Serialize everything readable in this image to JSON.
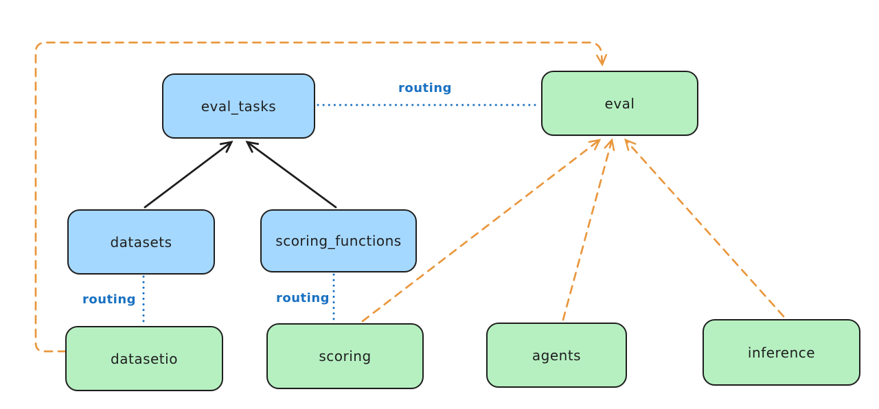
{
  "diagram": {
    "background": "#ffffff",
    "colors": {
      "background": "#ffffff",
      "box_stroke": "#1e1e1e",
      "blue_fill": "#a5d8ff",
      "green_fill": "#b6f0c1",
      "routing_label": "#1971c2",
      "routing_line": "#1971c2",
      "orange_arrow": "#e9973d",
      "black_arrow": "#1e1e1e"
    },
    "nodes": [
      {
        "id": "eval_tasks",
        "label": "eval_tasks",
        "color": "blue"
      },
      {
        "id": "eval",
        "label": "eval",
        "color": "green"
      },
      {
        "id": "datasets",
        "label": "datasets",
        "color": "blue"
      },
      {
        "id": "scoring_functions",
        "label": "scoring_functions",
        "color": "blue"
      },
      {
        "id": "datasetio",
        "label": "datasetio",
        "color": "green"
      },
      {
        "id": "scoring",
        "label": "scoring",
        "color": "green"
      },
      {
        "id": "agents",
        "label": "agents",
        "color": "green"
      },
      {
        "id": "inference",
        "label": "inference",
        "color": "green"
      }
    ],
    "edges": [
      {
        "from": "datasets",
        "to": "eval_tasks",
        "style": "solid-black-arrow",
        "label": ""
      },
      {
        "from": "scoring_functions",
        "to": "eval_tasks",
        "style": "solid-black-arrow",
        "label": ""
      },
      {
        "from": "eval_tasks",
        "to": "eval",
        "style": "dotted-blue",
        "label": "routing"
      },
      {
        "from": "datasets",
        "to": "datasetio",
        "style": "dotted-blue",
        "label": "routing"
      },
      {
        "from": "scoring_functions",
        "to": "scoring",
        "style": "dotted-blue",
        "label": "routing"
      },
      {
        "from": "datasetio",
        "to": "eval",
        "style": "dashed-orange-arrow",
        "label": ""
      },
      {
        "from": "scoring",
        "to": "eval",
        "style": "dashed-orange-arrow",
        "label": ""
      },
      {
        "from": "agents",
        "to": "eval",
        "style": "dashed-orange-arrow",
        "label": ""
      },
      {
        "from": "inference",
        "to": "eval",
        "style": "dashed-orange-arrow",
        "label": ""
      }
    ]
  }
}
